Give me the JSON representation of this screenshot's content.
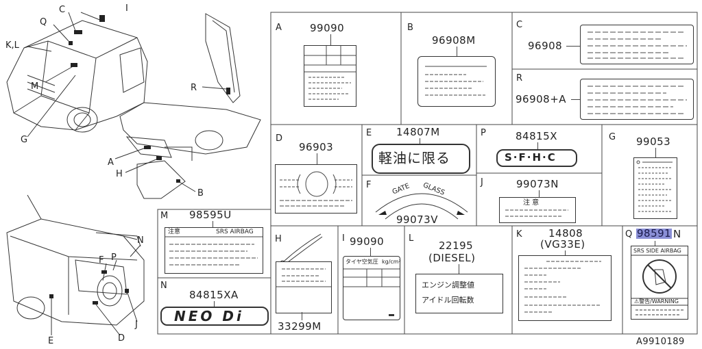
{
  "diagram_id": "A9910189",
  "left_callouts": {
    "I": "I",
    "C": "C",
    "Q": "Q",
    "KL": "K,L",
    "M": "M",
    "G": "G",
    "R": "R",
    "A": "A",
    "H": "H",
    "B": "B",
    "N": "N",
    "F": "F",
    "P": "P",
    "E": "E",
    "D": "D",
    "J": "J"
  },
  "cells": {
    "A": {
      "letter": "A",
      "part": "99090"
    },
    "B": {
      "letter": "B",
      "part": "96908M"
    },
    "C": {
      "letter": "C",
      "part": "96908"
    },
    "R": {
      "letter": "R",
      "part": "96908+A"
    },
    "D": {
      "letter": "D",
      "part": "96903"
    },
    "E": {
      "letter": "E",
      "part": "14807M",
      "jp": "軽油に限る"
    },
    "F": {
      "letter": "F",
      "part": "99073V",
      "arc_left": "GATE",
      "arc_right": "GLASS"
    },
    "P": {
      "letter": "P",
      "part": "84815X",
      "badge": "S·F·H·C"
    },
    "J": {
      "letter": "J",
      "part": "99073N",
      "caution": "注  意"
    },
    "G": {
      "letter": "G",
      "part": "99053"
    },
    "M": {
      "letter": "M",
      "part": "98595U",
      "hdr_left": "注意",
      "hdr_right": "SRS AIRBAG"
    },
    "N": {
      "letter": "N",
      "part": "84815XA",
      "badge": "NEO Di"
    },
    "H": {
      "letter": "H",
      "part": "33299M"
    },
    "I": {
      "letter": "I",
      "part": "99090",
      "pressure": "タイヤ空気圧",
      "unit": "kg/cm²"
    },
    "L": {
      "letter": "L",
      "part": "22195",
      "sub": "(DIESEL)",
      "line1": "エンジン調整値",
      "line2": "アイドル回転数"
    },
    "K": {
      "letter": "K",
      "part": "14808",
      "sub": "(VG33E)"
    },
    "Q": {
      "letter": "Q",
      "part": "98591",
      "suffix": "N",
      "hdr": "SRS SIDE AIRBAG",
      "warn": "⚠警告/WARNING"
    }
  }
}
